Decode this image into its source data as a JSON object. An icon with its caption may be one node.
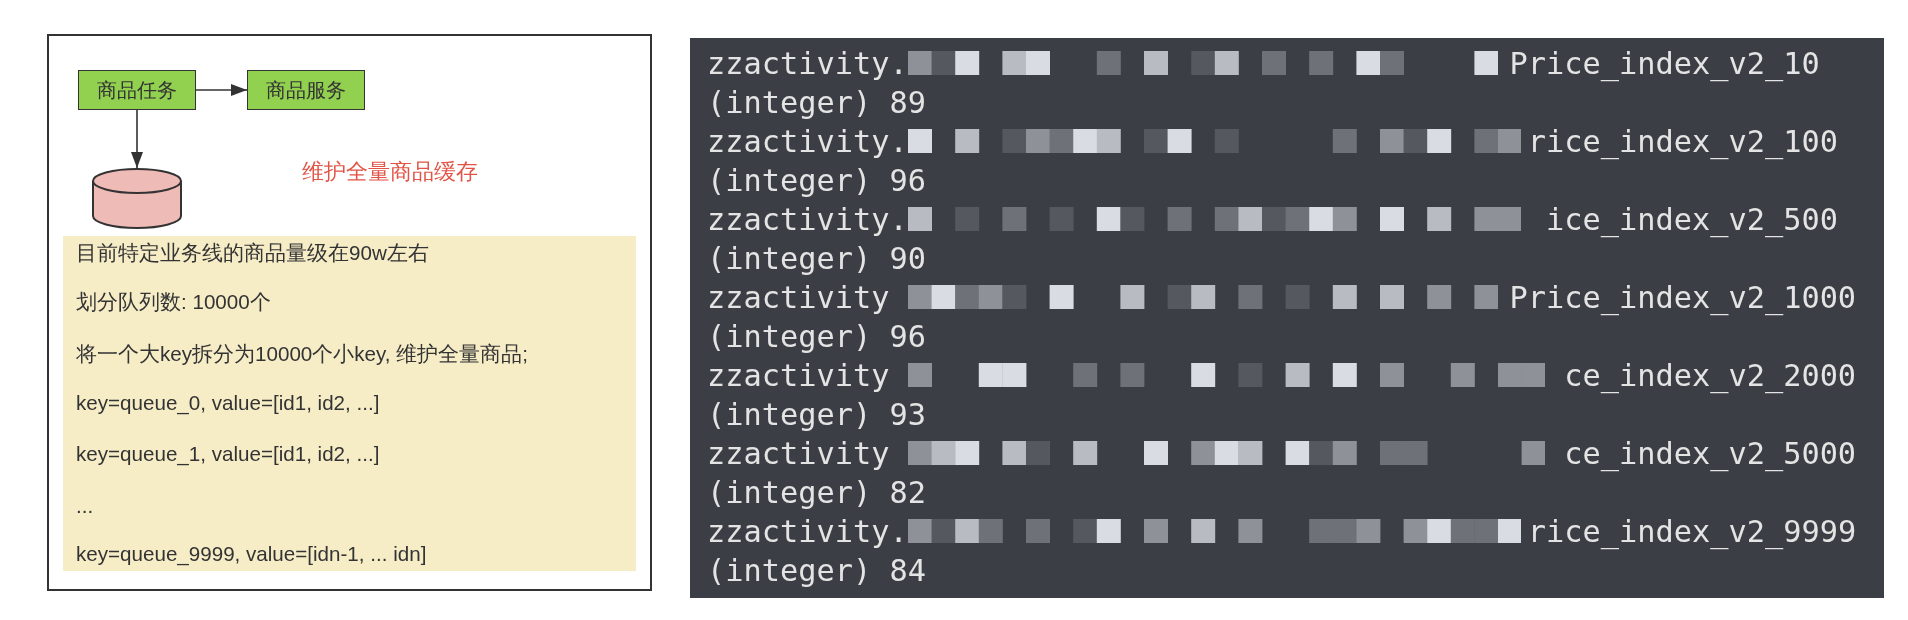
{
  "diagram": {
    "nodes": [
      {
        "text": [
          "维护全量商品缓存"
        ]
      },
      {
        "text": [
          "商品任务"
        ],
        "in": 0
      },
      {
        "text": [
          "商品服务"
        ],
        "in": 0
      },
      {
        "text": [],
        "shape": "cylinder",
        "in": 0
      },
      {
        "text": [
          "目前特定业务线的商品量级在90w左右",
          "划分队列数: 10000个",
          "将一个大key拆分为10000个小key, 维护全量商品;",
          "key=queue_0, value=[id1, id2, ...]",
          "key=queue_1, value=[id1, id2, ...]",
          "...",
          "key=queue_9999, value=[idn-1, ... idn]"
        ],
        "in": 0
      }
    ],
    "edges": [
      {
        "from": 1,
        "to": 2,
        "arrow": "to"
      },
      {
        "from": 1,
        "to": 3,
        "arrow": "to"
      }
    ],
    "labels": [
      "zzactivity.",
      "Price_index_v2_10",
      "(integer) 89",
      "zzactivity.",
      "rice_index_v2_100",
      "(integer) 96",
      "zzactivity.",
      "ice_index_v2_500",
      "(integer) 90",
      "zzactivity",
      "Price_index_v2_1000",
      "(integer) 96",
      "zzactivity",
      "ce_index_v2_2000",
      "(integer) 93",
      "zzactivity",
      "ce_index_v2_5000",
      "(integer) 82",
      "zzactivity.",
      "rice_index_v2_9999",
      "(integer) 84"
    ]
  }
}
